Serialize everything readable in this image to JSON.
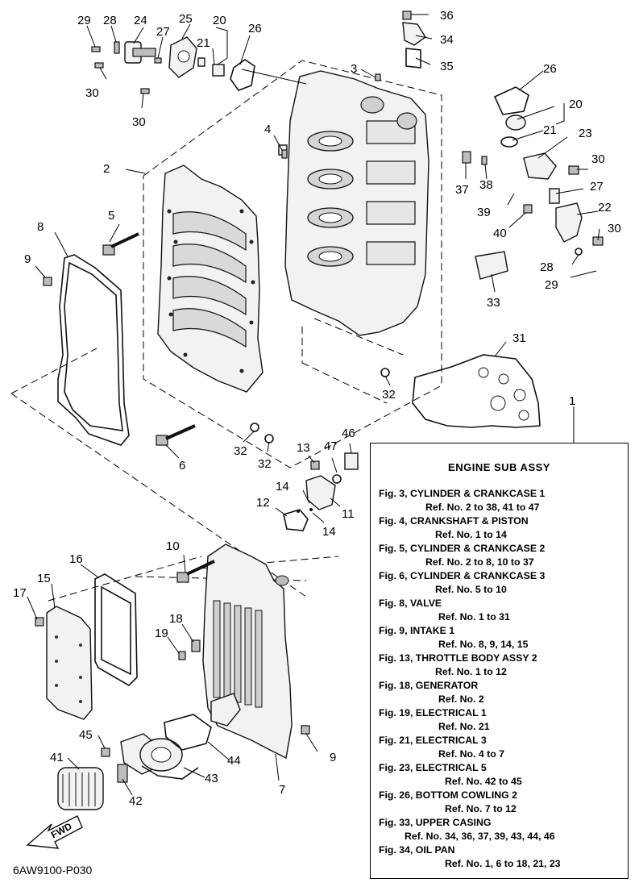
{
  "callouts": [
    {
      "id": "c1",
      "text": "1"
    },
    {
      "id": "c2",
      "text": "2"
    },
    {
      "id": "c3",
      "text": "3"
    },
    {
      "id": "c4",
      "text": "4"
    },
    {
      "id": "c5",
      "text": "5"
    },
    {
      "id": "c6",
      "text": "6"
    },
    {
      "id": "c7",
      "text": "7"
    },
    {
      "id": "c8",
      "text": "8"
    },
    {
      "id": "c9a",
      "text": "9"
    },
    {
      "id": "c9b",
      "text": "9"
    },
    {
      "id": "c10",
      "text": "10"
    },
    {
      "id": "c11",
      "text": "11"
    },
    {
      "id": "c12",
      "text": "12"
    },
    {
      "id": "c13",
      "text": "13"
    },
    {
      "id": "c14a",
      "text": "14"
    },
    {
      "id": "c14b",
      "text": "14"
    },
    {
      "id": "c15",
      "text": "15"
    },
    {
      "id": "c16",
      "text": "16"
    },
    {
      "id": "c17",
      "text": "17"
    },
    {
      "id": "c18",
      "text": "18"
    },
    {
      "id": "c19",
      "text": "19"
    },
    {
      "id": "c20a",
      "text": "20"
    },
    {
      "id": "c20b",
      "text": "20"
    },
    {
      "id": "c21a",
      "text": "21"
    },
    {
      "id": "c21b",
      "text": "21"
    },
    {
      "id": "c22",
      "text": "22"
    },
    {
      "id": "c23",
      "text": "23"
    },
    {
      "id": "c24",
      "text": "24"
    },
    {
      "id": "c25",
      "text": "25"
    },
    {
      "id": "c26a",
      "text": "26"
    },
    {
      "id": "c26b",
      "text": "26"
    },
    {
      "id": "c27a",
      "text": "27"
    },
    {
      "id": "c27b",
      "text": "27"
    },
    {
      "id": "c28a",
      "text": "28"
    },
    {
      "id": "c28b",
      "text": "28"
    },
    {
      "id": "c29a",
      "text": "29"
    },
    {
      "id": "c29b",
      "text": "29"
    },
    {
      "id": "c30a",
      "text": "30"
    },
    {
      "id": "c30b",
      "text": "30"
    },
    {
      "id": "c30c",
      "text": "30"
    },
    {
      "id": "c30d",
      "text": "30"
    },
    {
      "id": "c31",
      "text": "31"
    },
    {
      "id": "c32a",
      "text": "32"
    },
    {
      "id": "c32b",
      "text": "32"
    },
    {
      "id": "c32c",
      "text": "32"
    },
    {
      "id": "c33",
      "text": "33"
    },
    {
      "id": "c34",
      "text": "34"
    },
    {
      "id": "c35",
      "text": "35"
    },
    {
      "id": "c36",
      "text": "36"
    },
    {
      "id": "c37",
      "text": "37"
    },
    {
      "id": "c38",
      "text": "38"
    },
    {
      "id": "c39",
      "text": "39"
    },
    {
      "id": "c40",
      "text": "40"
    },
    {
      "id": "c41",
      "text": "41"
    },
    {
      "id": "c42",
      "text": "42"
    },
    {
      "id": "c43",
      "text": "43"
    },
    {
      "id": "c44",
      "text": "44"
    },
    {
      "id": "c45",
      "text": "45"
    },
    {
      "id": "c46",
      "text": "46"
    },
    {
      "id": "c47",
      "text": "47"
    }
  ],
  "fwd_label": "FWD",
  "drawing_code": "6AW9100-P030",
  "sub_assy": {
    "title": "ENGINE SUB ASSY",
    "entries": [
      {
        "fig": "Fig. 3, CYLINDER & CRANKCASE 1",
        "ref": "Ref. No. 2 to 38, 41 to 47"
      },
      {
        "fig": "Fig. 4, CRANKSHAFT & PISTON",
        "ref": "Ref. No. 1 to 14"
      },
      {
        "fig": "Fig. 5, CYLINDER & CRANKCASE 2",
        "ref": "Ref. No. 2 to 8, 10 to 37"
      },
      {
        "fig": "Fig. 6, CYLINDER & CRANKCASE 3",
        "ref": "Ref. No. 5 to 10"
      },
      {
        "fig": "Fig. 8, VALVE",
        "ref": "Ref. No. 1 to 31"
      },
      {
        "fig": "Fig. 9, INTAKE 1",
        "ref": "Ref. No. 8, 9, 14, 15"
      },
      {
        "fig": "Fig. 13, THROTTLE BODY ASSY 2",
        "ref": "Ref. No. 1 to 12"
      },
      {
        "fig": "Fig. 18, GENERATOR",
        "ref": "Ref. No. 2"
      },
      {
        "fig": "Fig. 19, ELECTRICAL 1",
        "ref": "Ref. No. 21"
      },
      {
        "fig": "Fig. 21, ELECTRICAL 3",
        "ref": "Ref. No. 4 to 7"
      },
      {
        "fig": "Fig. 23, ELECTRICAL 5",
        "ref": "Ref. No. 42 to 45"
      },
      {
        "fig": "Fig. 26, BOTTOM COWLING 2",
        "ref": "Ref. No. 7 to 12"
      },
      {
        "fig": "Fig. 33, UPPER CASING",
        "ref": "Ref. No. 34, 36, 37, 39, 43, 44, 46"
      },
      {
        "fig": "Fig. 34, OIL PAN",
        "ref": "Ref. No. 1, 6 to 18, 21, 23"
      }
    ]
  }
}
